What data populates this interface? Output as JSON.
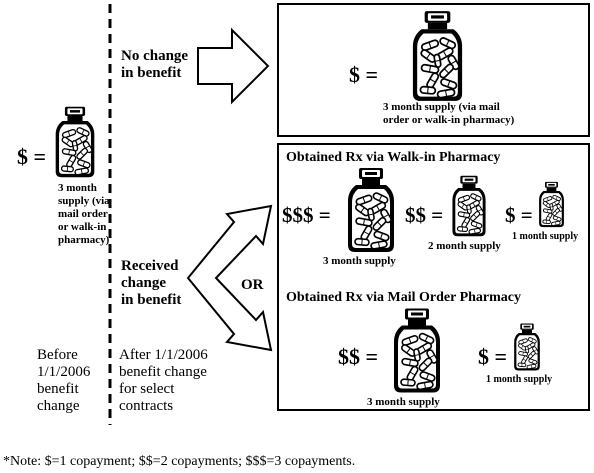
{
  "before": {
    "price": "$ =",
    "supply_lines": [
      "3 month",
      "supply (via",
      "mail order",
      "or walk-in",
      "pharmacy)"
    ],
    "period_lines": [
      "Before",
      "1/1/2006",
      "benefit",
      "change"
    ]
  },
  "no_change": {
    "label_lines": [
      "No change",
      "in benefit"
    ],
    "price": "$ =",
    "supply_lines": [
      "3 month supply (via mail",
      "order or walk-in pharmacy)"
    ]
  },
  "received": {
    "label_lines": [
      "Received",
      "change",
      "in benefit"
    ],
    "or_label": "OR",
    "period_lines": [
      "After 1/1/2006",
      "benefit change",
      "for select",
      "contracts"
    ]
  },
  "walk_in": {
    "title": "Obtained Rx via Walk-in Pharmacy",
    "items": [
      {
        "price": "$$$ =",
        "supply": "3 month supply"
      },
      {
        "price": "$$ =",
        "supply": "2 month supply"
      },
      {
        "price": "$ =",
        "supply": "1 month supply"
      }
    ]
  },
  "mail_order": {
    "title": "Obtained Rx via Mail Order Pharmacy",
    "items": [
      {
        "price": "$$ =",
        "supply": "3 month supply"
      },
      {
        "price": "$ =",
        "supply": "1 month supply"
      }
    ]
  },
  "note": "*Note:  $=1 copayment; $$=2 copayments; $$$=3 copayments.",
  "icons": [
    "pill-bottle-icon",
    "right-arrow-icon",
    "fork-arrow-icon"
  ]
}
